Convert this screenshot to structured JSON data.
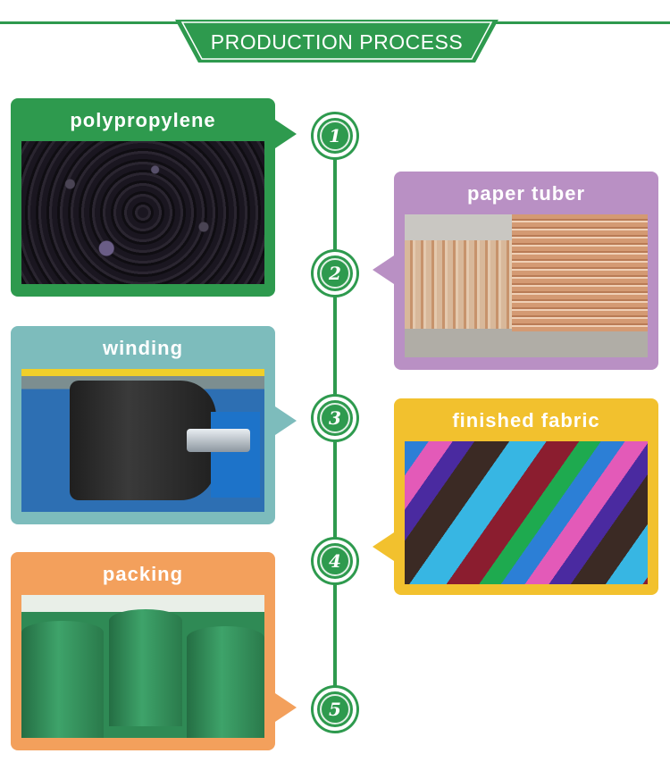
{
  "header": {
    "title": "PRODUCTION PROCESS"
  },
  "colors": {
    "accent_green": "#2e9a4e",
    "card_green": "#2e9a4e",
    "card_teal": "#7dbcbc",
    "card_orange": "#f3a05c",
    "card_purple": "#b990c4",
    "card_yellow": "#f2c12e"
  },
  "steps": [
    {
      "number": "1",
      "label": "polypropylene",
      "icon": "plastic-pellets-photo"
    },
    {
      "number": "2",
      "label": "paper tuber",
      "icon": "paper-tubes-photo"
    },
    {
      "number": "3",
      "label": "winding",
      "icon": "winding-machine-photo"
    },
    {
      "number": "4",
      "label": "finished fabric",
      "icon": "colored-fabric-rolls-photo"
    },
    {
      "number": "5",
      "label": "packing",
      "icon": "packed-green-rolls-photo"
    }
  ]
}
